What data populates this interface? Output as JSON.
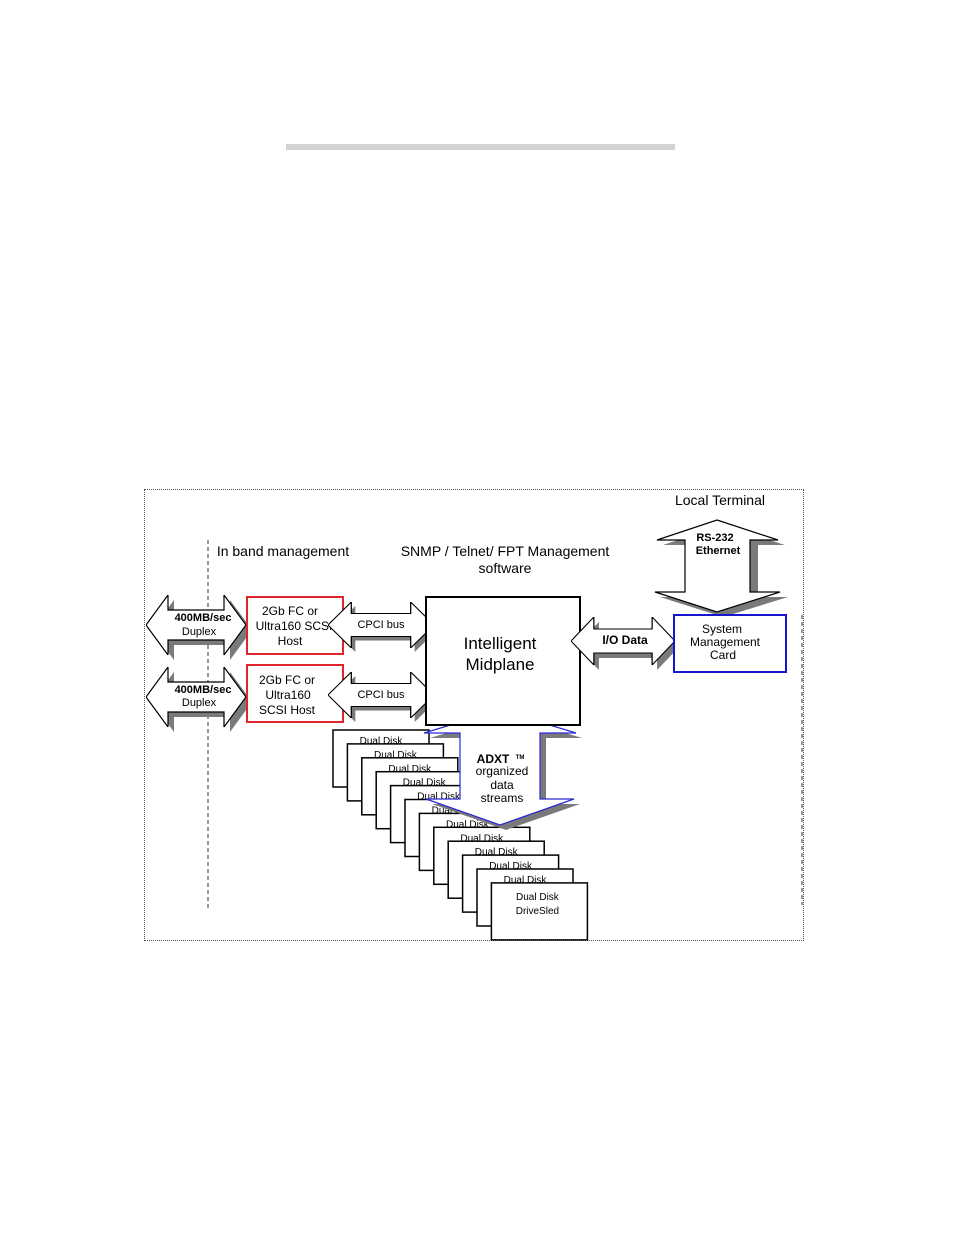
{
  "labels": {
    "local_terminal": "Local Terminal",
    "in_band": "In band management",
    "snmp_line1": "SNMP / Telnet/ FPT Management",
    "snmp_line2": "software",
    "rs232": "RS-232",
    "ethernet": "Ethernet",
    "link_speed": "400MB/sec",
    "link_mode": "Duplex",
    "host1": [
      "2Gb FC or",
      "Ultra160 SCSI",
      "Host"
    ],
    "host2": [
      "2Gb FC or",
      "Ultra160",
      "SCSI Host"
    ],
    "cpci_bus": "CPCI bus",
    "midplane": [
      "Intelligent",
      "Midplane"
    ],
    "io_data": "I/O Data",
    "system_card": [
      "System",
      "Management",
      "Card"
    ],
    "adxt_title": "ADXT",
    "adxt_tm": "TM",
    "adxt_lines": [
      "organized",
      "data",
      "streams"
    ],
    "sled_label": "Dual Disk",
    "sled_last": [
      "Dual Disk",
      "DriveSled"
    ]
  },
  "sled_count": 12,
  "colors": {
    "host_border": "#e0262b",
    "card_border": "#1616d0",
    "adxt_outline": "#2a2ad8",
    "shadow": "#7a7a7a"
  }
}
